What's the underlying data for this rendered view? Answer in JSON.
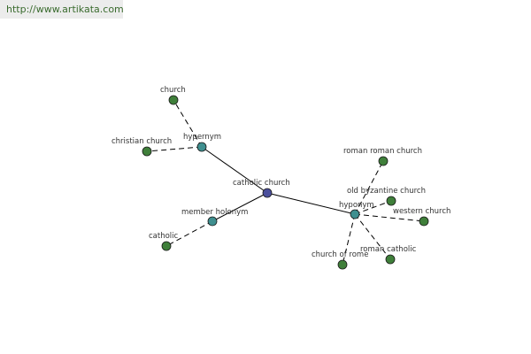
{
  "header": {
    "url": "http://www.artikata.com"
  },
  "colors": {
    "center": "#4b4f9c",
    "relation": "#3f8f8f",
    "leaf": "#3f7f3a"
  },
  "graph": {
    "nodes": [
      {
        "id": "catholic-church",
        "label": "catholic church",
        "kind": "center"
      },
      {
        "id": "hypernym",
        "label": "hypernym",
        "kind": "relation"
      },
      {
        "id": "member-holonym",
        "label": "member holonym",
        "kind": "relation"
      },
      {
        "id": "hyponym",
        "label": "hyponym",
        "kind": "relation"
      },
      {
        "id": "church",
        "label": "church",
        "kind": "leaf"
      },
      {
        "id": "christian-church",
        "label": "christian church",
        "kind": "leaf"
      },
      {
        "id": "catholic",
        "label": "catholic",
        "kind": "leaf"
      },
      {
        "id": "roman-roman-church",
        "label": "roman roman church",
        "kind": "leaf"
      },
      {
        "id": "old-byzantine-church",
        "label": "old byzantine church",
        "kind": "leaf"
      },
      {
        "id": "western-church",
        "label": "western church",
        "kind": "leaf"
      },
      {
        "id": "roman-catholic",
        "label": "roman catholic",
        "kind": "leaf"
      },
      {
        "id": "church-of-rome",
        "label": "church of rome",
        "kind": "leaf"
      }
    ],
    "edges": [
      {
        "from": "catholic-church",
        "to": "hypernym",
        "style": "solid"
      },
      {
        "from": "catholic-church",
        "to": "member-holonym",
        "style": "solid"
      },
      {
        "from": "catholic-church",
        "to": "hyponym",
        "style": "solid"
      },
      {
        "from": "hypernym",
        "to": "church",
        "style": "dashed"
      },
      {
        "from": "hypernym",
        "to": "christian-church",
        "style": "dashed"
      },
      {
        "from": "member-holonym",
        "to": "catholic",
        "style": "dashed"
      },
      {
        "from": "hyponym",
        "to": "roman-roman-church",
        "style": "dashed"
      },
      {
        "from": "hyponym",
        "to": "old-byzantine-church",
        "style": "dashed"
      },
      {
        "from": "hyponym",
        "to": "western-church",
        "style": "dashed"
      },
      {
        "from": "hyponym",
        "to": "roman-catholic",
        "style": "dashed"
      },
      {
        "from": "hyponym",
        "to": "church-of-rome",
        "style": "dashed"
      }
    ]
  }
}
